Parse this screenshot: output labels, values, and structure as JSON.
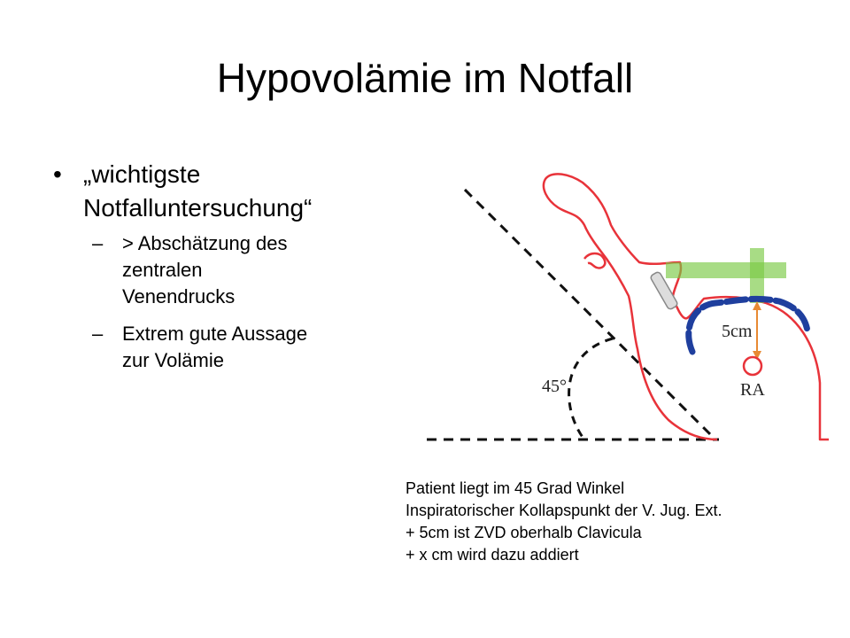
{
  "slide": {
    "title": "Hypovolämie im Notfall",
    "bullet_marker": "•",
    "dash_marker": "–",
    "bullet": {
      "text_line1": "„wichtigste",
      "text_line2": "Notfalluntersuchung“",
      "subitems": [
        {
          "lines": [
            "> Abschätzung des",
            "zentralen",
            "Venendrucks"
          ]
        },
        {
          "lines": [
            "Extrem gute Aussage",
            "zur Volämie"
          ]
        }
      ]
    },
    "figure": {
      "angle_label": "45°",
      "distance_label": "5cm",
      "atrium_label": "RA",
      "colors": {
        "outline": "#e8333a",
        "vein": "#1f3f9e",
        "marker_green": "#7ac943",
        "dashed": "#111111",
        "arrow": "#e88a33"
      }
    },
    "caption": [
      "Patient liegt im 45 Grad Winkel",
      "Inspiratorischer Kollapspunkt der V. Jug. Ext.",
      "+ 5cm ist ZVD oberhalb Clavicula",
      "+ x cm wird dazu addiert"
    ]
  }
}
